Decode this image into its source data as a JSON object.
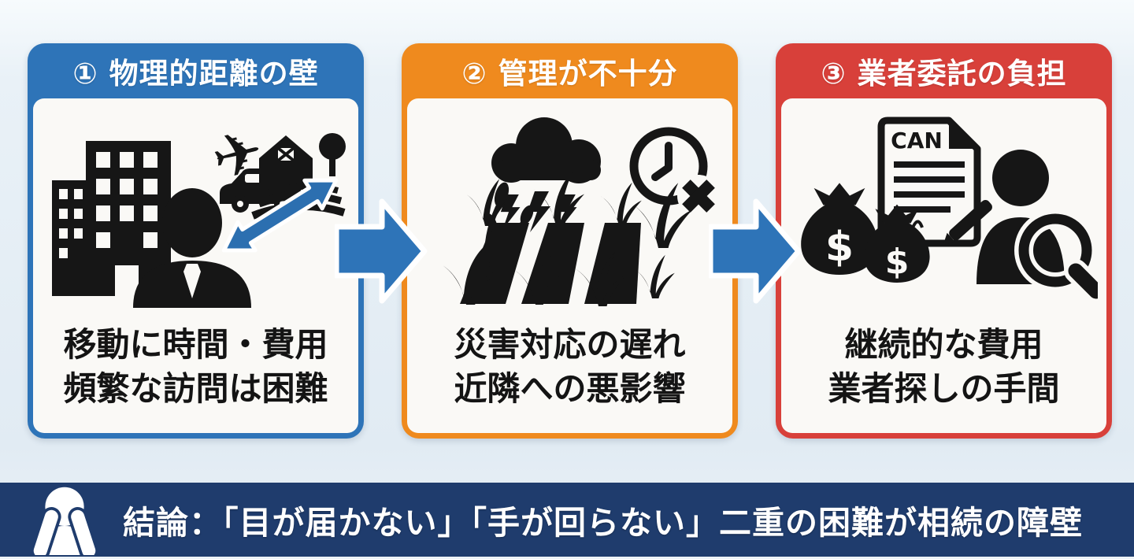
{
  "page": {
    "background_color": "#e7f0f6"
  },
  "cards": [
    {
      "number_title": "① 物理的距離の壁",
      "accent_color": "#2e74b8",
      "description_lines": [
        "移動に時間・費用",
        "頻繁な訪問は困難"
      ],
      "icon_names": [
        "city-building-icon",
        "businessman-icon",
        "airplane-icon",
        "car-icon",
        "farm-field-icon",
        "distance-double-arrow-icon"
      ]
    },
    {
      "number_title": "② 管理が不十分",
      "accent_color": "#ef8a1e",
      "description_lines": [
        "災害対応の遅れ",
        "近隣への悪影響"
      ],
      "icon_names": [
        "storm-cloud-lightning-icon",
        "delay-clock-x-icon",
        "overgrown-field-icon",
        "weed-stalks-icon"
      ]
    },
    {
      "number_title": "③ 業者委託の負担",
      "accent_color": "#d8403a",
      "description_lines": [
        "継続的な費用",
        "業者探しの手間"
      ],
      "contract_label": "CAN",
      "icon_names": [
        "money-bags-icon",
        "contract-signing-icon",
        "person-search-icon"
      ]
    }
  ],
  "connector": {
    "color": "#2e74b8",
    "direction": "right"
  },
  "banner": {
    "background_color": "#1f3c6d",
    "icon_name": "distressed-person-icon",
    "text": "結論：「目が届かない」「手が回らない」二重の困難が相続の障壁"
  }
}
